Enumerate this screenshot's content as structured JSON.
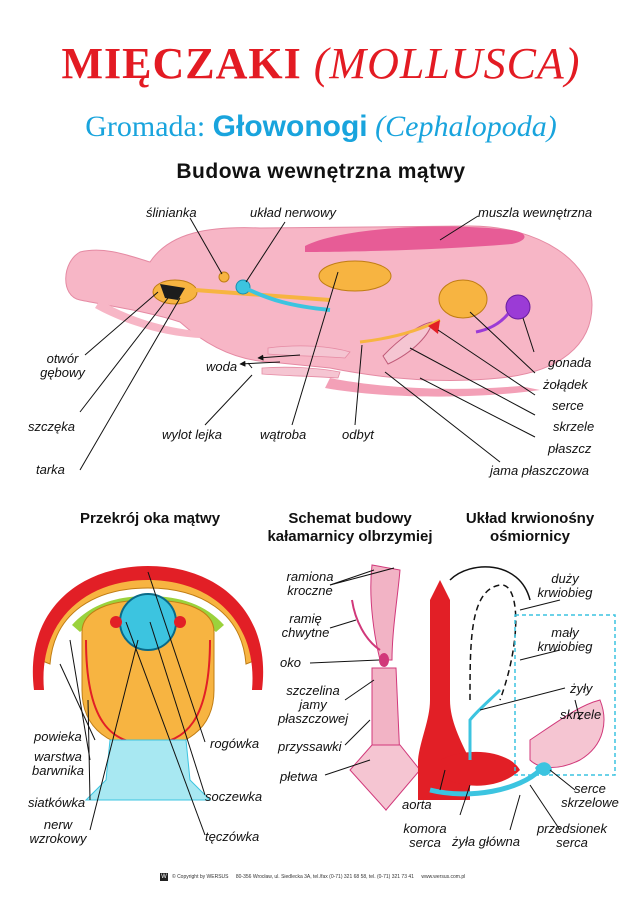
{
  "title": {
    "main": "MIĘCZAKI",
    "latin": "(MOLLUSCA)"
  },
  "subtitle": {
    "prefix": "Gromada:",
    "name": "Głowonogi",
    "latin": "(Cephalopoda)"
  },
  "sections": {
    "main": "Budowa wewnętrzna mątwy",
    "eye": "Przekrój oka mątwy",
    "squid_line1": "Schemat budowy",
    "squid_line2": "kałamarnicy olbrzymiej",
    "blood_line1": "Układ krwionośny",
    "blood_line2": "ośmiornicy"
  },
  "main_labels": {
    "slinianka": "ślinianka",
    "uklad_nerwowy": "układ nerwowy",
    "muszla": "muszla wewnętrzna",
    "otwor_1": "otwór",
    "otwor_2": "gębowy",
    "szczeka": "szczęka",
    "tarka": "tarka",
    "woda": "woda",
    "wylot_lejka": "wylot lejka",
    "watroba": "wątroba",
    "odbyt": "odbyt",
    "gonada": "gonada",
    "zoladek": "żołądek",
    "serce": "serce",
    "skrzele": "skrzele",
    "plaszcz": "płaszcz",
    "jama_plaszczowa": "jama płaszczowa"
  },
  "eye_labels": {
    "powieka": "powieka",
    "warstwa_1": "warstwa",
    "warstwa_2": "barwnika",
    "siatkowka": "siatkówka",
    "nerw_1": "nerw",
    "nerw_2": "wzrokowy",
    "rogowka": "rogówka",
    "soczewka": "soczewka",
    "teczowka": "tęczówka"
  },
  "squid_labels": {
    "ramiona_1": "ramiona",
    "ramiona_2": "kroczne",
    "ramie_1": "ramię",
    "ramie_2": "chwytne",
    "oko": "oko",
    "szczelina_1": "szczelina",
    "szczelina_2": "jamy",
    "szczelina_3": "płaszczowej",
    "przyssawki": "przyssawki",
    "pletwa": "płetwa"
  },
  "blood_labels": {
    "duzy_1": "duży",
    "duzy_2": "krwiobieg",
    "maly_1": "mały",
    "maly_2": "krwiobieg",
    "zyly": "żyły",
    "skrzele": "skrzele",
    "serce_1": "serce",
    "serce_2": "skrzelowe",
    "aorta": "aorta",
    "komora_1": "komora",
    "komora_2": "serca",
    "zyla_glowna": "żyła główna",
    "przedsionek_1": "przedsionek",
    "przedsionek_2": "serca"
  },
  "footer": {
    "logo": "W",
    "copyright": "© Copyright by WERSUS",
    "address": "80-356 Wrocław, ul. Siedlecka 3A, tel./fax (0-71) 321 68 58, tel. (0-71) 321 73 41",
    "website": "www.wersus.com.pl"
  },
  "colors": {
    "title_red": "#e31b23",
    "subtitle_blue": "#19a4dd",
    "body_pink": "#f5a3b8",
    "organ_orange": "#f7b441",
    "nerve_cyan": "#3cc4e0",
    "gonad_purple": "#9b3bd6",
    "squid_magenta": "#d1387a",
    "vessel_red": "#e21f26"
  }
}
